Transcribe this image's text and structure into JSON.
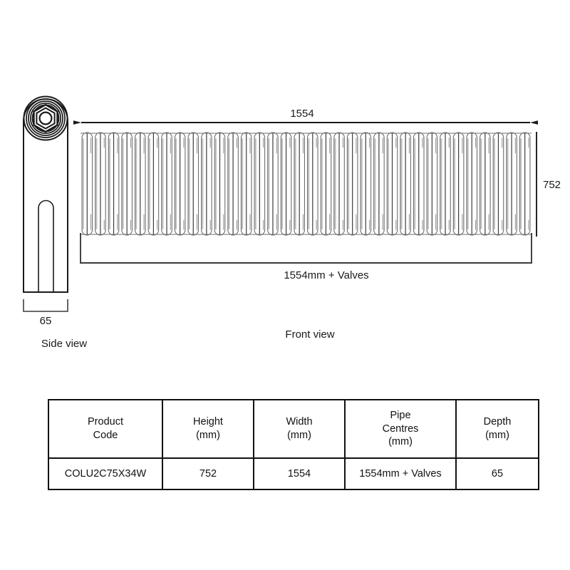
{
  "drawing": {
    "front_view": {
      "label": "Front view",
      "top_dimension": "1554",
      "right_dimension": "752",
      "bottom_dimension": "1554mm + Valves",
      "column_count": 34
    },
    "side_view": {
      "label": "Side view",
      "bottom_dimension": "65"
    }
  },
  "spec_table": {
    "headers": [
      {
        "line1": "Product",
        "line2": "Code",
        "line3": ""
      },
      {
        "line1": "Height",
        "line2": "(mm)",
        "line3": ""
      },
      {
        "line1": "Width",
        "line2": "(mm)",
        "line3": ""
      },
      {
        "line1": "Pipe",
        "line2": "Centres",
        "line3": "(mm)"
      },
      {
        "line1": "Depth",
        "line2": "(mm)",
        "line3": ""
      }
    ],
    "row": {
      "product_code": "COLU2C75X34W",
      "height": "752",
      "width": "1554",
      "pipe_centres": "1554mm + Valves",
      "depth": "65"
    }
  },
  "colors": {
    "line": "#1a1a1a",
    "light_line": "#9a9a9a",
    "mid_line": "#5a5a5a",
    "background": "#ffffff"
  }
}
